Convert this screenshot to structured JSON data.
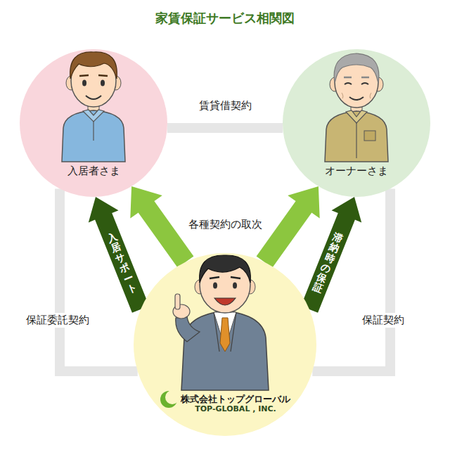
{
  "diagram": {
    "title": "家賃保証サービス相関図",
    "nodes": [
      {
        "text": [
          "入居者さま"
        ]
      },
      {
        "text": [
          "オーナーさま"
        ]
      },
      {
        "text": [
          "株式会社トップグローバル",
          "TOP-GLOBAL , INC."
        ]
      }
    ],
    "edges": [
      {
        "from": 0,
        "to": 1,
        "arrow": "none",
        "label": "賃貸借契約"
      },
      {
        "from": 0,
        "to": 2,
        "arrow": "none",
        "label": "保証委託契約"
      },
      {
        "from": 1,
        "to": 2,
        "arrow": "none",
        "label": "保証契約"
      },
      {
        "from": 2,
        "to": 0,
        "arrow": "to"
      },
      {
        "from": 2,
        "to": 1,
        "arrow": "to"
      },
      {
        "from": 2,
        "to": 0,
        "arrow": "to",
        "label": "入居サポート"
      },
      {
        "from": 2,
        "to": 1,
        "arrow": "to",
        "label": "滞納時の保証"
      }
    ],
    "labels": [
      "各種契約の取次"
    ]
  }
}
